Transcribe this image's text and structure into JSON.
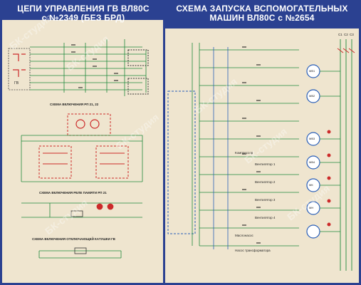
{
  "left": {
    "title_line1": "ЦЕПИ УПРАВЛЕНИЯ ГВ ВЛ80С",
    "title_line2": "с №2349 (БЕЗ БРД)",
    "caption_switch": "СХЕМА ВКЛЮЧЕНИЯ РП 21, 22",
    "caption_relay": "СХЕМА ВКЛЮЧЕНИЯ РЕЛЕ ПАМЯТИ РП 21",
    "caption_coil": "СХЕМА ВКЛЮЧЕНИЯ ОТКЛЮЧАЮЩЕЙ КАТУШКИ ГВ",
    "label_gv": "ГВ"
  },
  "right": {
    "title_line1": "СХЕМА ЗАПУСКА ВСПОМОГАТЕЛЬНЫХ",
    "title_line2": "МАШИН ВЛ80С с №2654",
    "labels": [
      "Вентилятор 1",
      "Вентилятор 2",
      "Вентилятор 3",
      "Вентилятор 4",
      "Компрессор",
      "Маслонасос",
      "Насос трансформатора"
    ],
    "motor_labels": [
      "МВ1",
      "МВ2",
      "МВ3",
      "МВ4",
      "МК",
      "МН"
    ],
    "phase_labels": [
      "С1",
      "С2",
      "С3"
    ]
  },
  "watermark": "БК-студия",
  "colors": {
    "background": "#2b4191",
    "panel": "#efe5cf",
    "wire": "#1f8a3c",
    "wire_red": "#cc2a2a",
    "wire_blue": "#2a5fb8"
  }
}
